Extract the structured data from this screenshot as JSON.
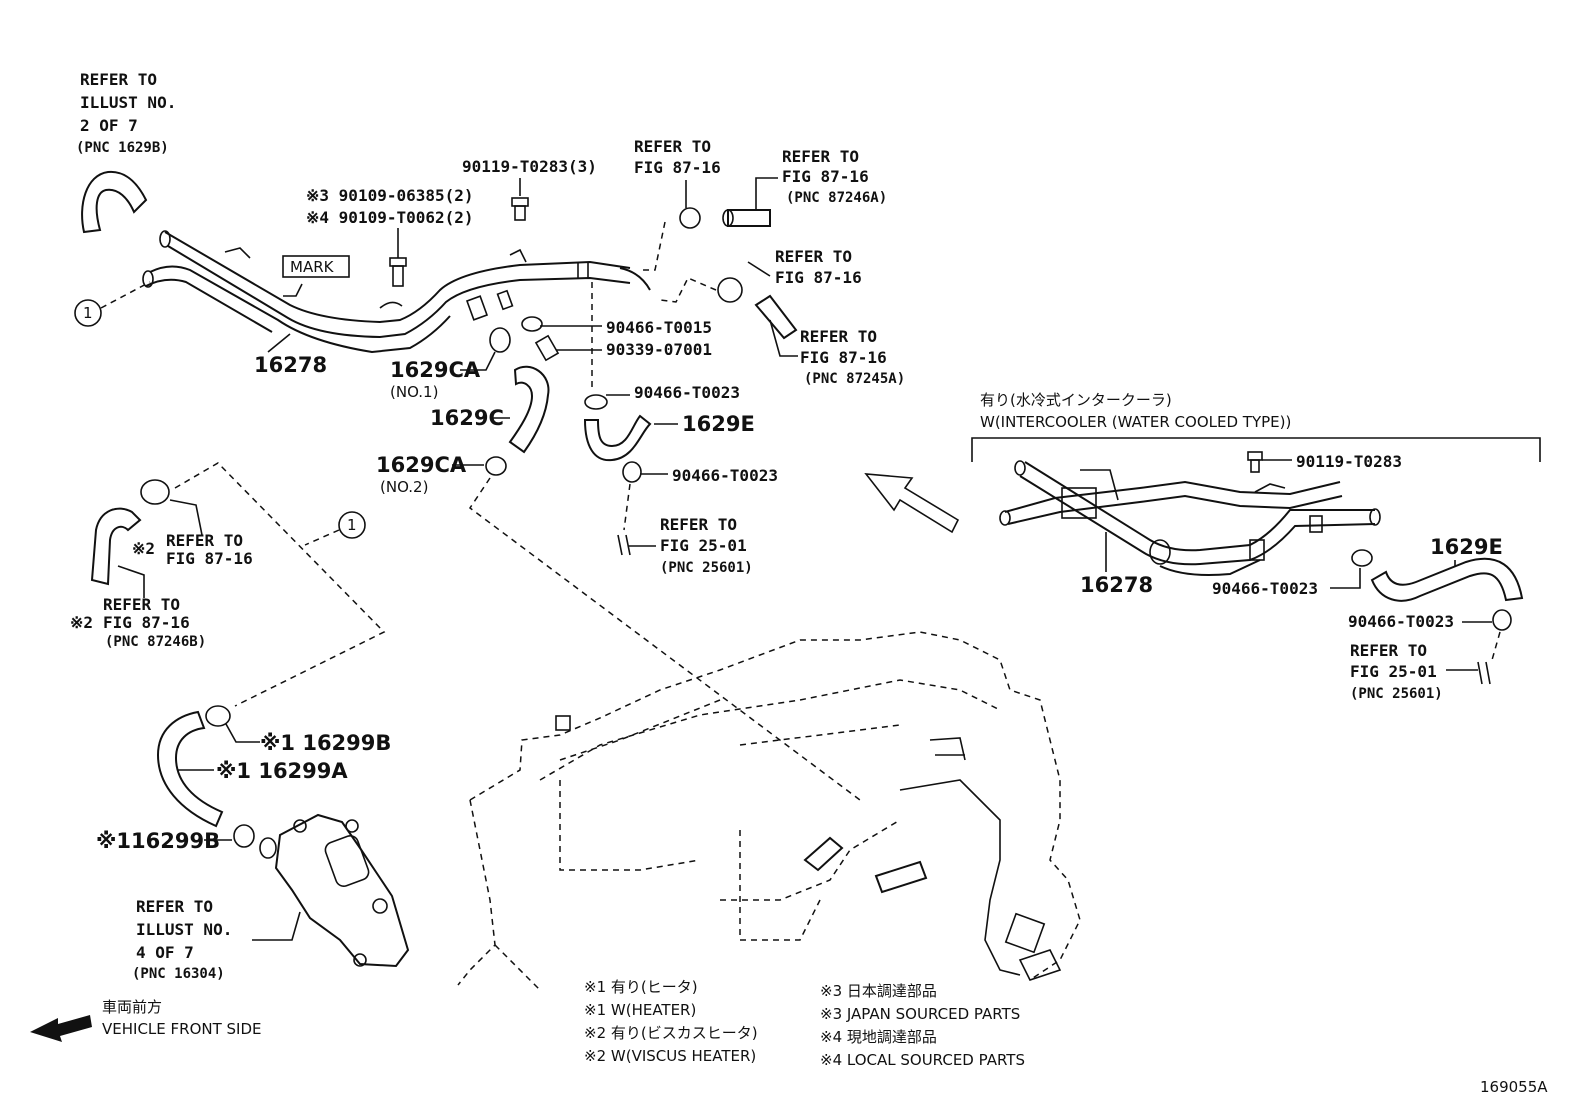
{
  "refer_illust_2": {
    "l1": "REFER TO",
    "l2": "ILLUST NO.",
    "l3": "2 OF 7",
    "l4": "(PNC 1629B)"
  },
  "bolt_top": "90119-T0283(3)",
  "note3_bolt": "※3 90109-06385(2)",
  "note4_bolt": "※4 90109-T0062(2)",
  "ref_a": {
    "l1": "REFER TO",
    "l2": "FIG 87-16"
  },
  "ref_b": {
    "l1": "REFER TO",
    "l2": "FIG 87-16",
    "l3": "(PNC 87246A)"
  },
  "ref_c": {
    "l1": "REFER TO",
    "l2": "FIG 87-16"
  },
  "ref_d": {
    "l1": "REFER TO",
    "l2": "FIG 87-16",
    "l3": "(PNC 87245A)"
  },
  "mark": "MARK",
  "circle_1": "1",
  "pipe_main": "16278",
  "clamp_t0015": "90466-T0015",
  "plug_07001": "90339-07001",
  "clamp_t0023_a": "90466-T0023",
  "clamp_t0023_b": "90466-T0023",
  "hose_1629ca_no1": "1629CA",
  "no1": "(NO.1)",
  "hose_1629c": "1629C",
  "hose_1629e": "1629E",
  "hose_1629ca_no2": "1629CA",
  "no2": "(NO.2)",
  "ref_e": {
    "l1": "REFER TO",
    "l2": "FIG 25-01",
    "l3": "(PNC 25601)"
  },
  "interc_jp": "有り(水冷式インタークーラ)",
  "interc_en": "W(INTERCOOLER (WATER COOLED TYPE))",
  "ic_bolt": "90119-T0283",
  "ic_pipe": "16278",
  "ic_clamp_a": "90466-T0023",
  "ic_hose": "1629E",
  "ic_clamp_b": "90466-T0023",
  "ic_ref": {
    "l1": "REFER TO",
    "l2": "FIG 25-01",
    "l3": "(PNC 25601)"
  },
  "ref_f": {
    "l1": "REFER TO",
    "l2": "FIG 87-16",
    "mark": "※2"
  },
  "ref_g": {
    "l1": "REFER TO",
    "l2": "FIG 87-16",
    "l3": "(PNC 87246B)",
    "mark": "※2"
  },
  "hose_16299b_top": "※1 16299B",
  "hose_16299a": "※1 16299A",
  "hose_16299b_bot": "※116299B",
  "refer_illust_4": {
    "l1": "REFER TO",
    "l2": "ILLUST NO.",
    "l3": "4 OF 7",
    "l4": "(PNC 16304)"
  },
  "front_jp": "車両前方",
  "front_en": "VEHICLE FRONT SIDE",
  "legend": [
    "※1 有り(ヒータ)",
    "※1 W(HEATER)",
    "※2 有り(ビスカスヒータ)",
    "※2 W(VISCUS HEATER)",
    "※3 日本調達部品",
    "※3 JAPAN SOURCED PARTS",
    "※4 現地調達部品",
    "※4 LOCAL SOURCED PARTS"
  ],
  "figure_id": "169055A"
}
